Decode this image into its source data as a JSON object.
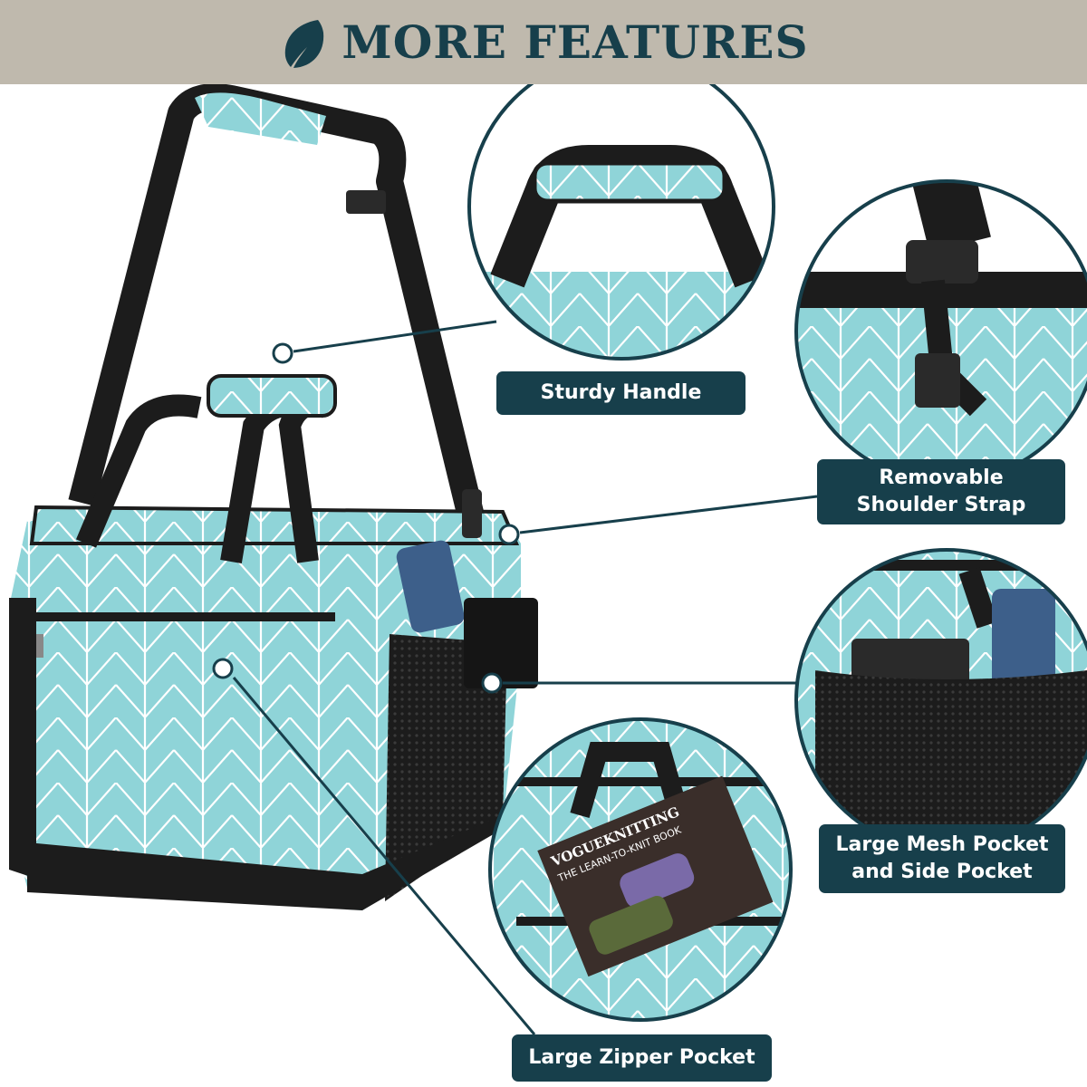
{
  "banner": {
    "title": "MORE FEATURES",
    "icon": "leaf-icon",
    "background": "#bfb9ad",
    "text_color": "#173f4b"
  },
  "callouts": [
    {
      "id": "handle",
      "label": "Sturdy Handle"
    },
    {
      "id": "strap",
      "label": "Removable Shoulder Strap"
    },
    {
      "id": "mesh",
      "label": "Large Mesh Pocket and Side Pocket"
    },
    {
      "id": "zipper",
      "label": "Large Zipper Pocket"
    }
  ],
  "book": {
    "brand": "VOGUEKNITTING",
    "subtitle": "THE LEARN-TO-KNIT BOOK"
  },
  "colors": {
    "bag_teal": "#8fd4d8",
    "pattern_line": "#ffffff",
    "strap_black": "#1c1c1c",
    "label_bg": "#173f4b",
    "phone_blue": "#3d5f8a"
  }
}
